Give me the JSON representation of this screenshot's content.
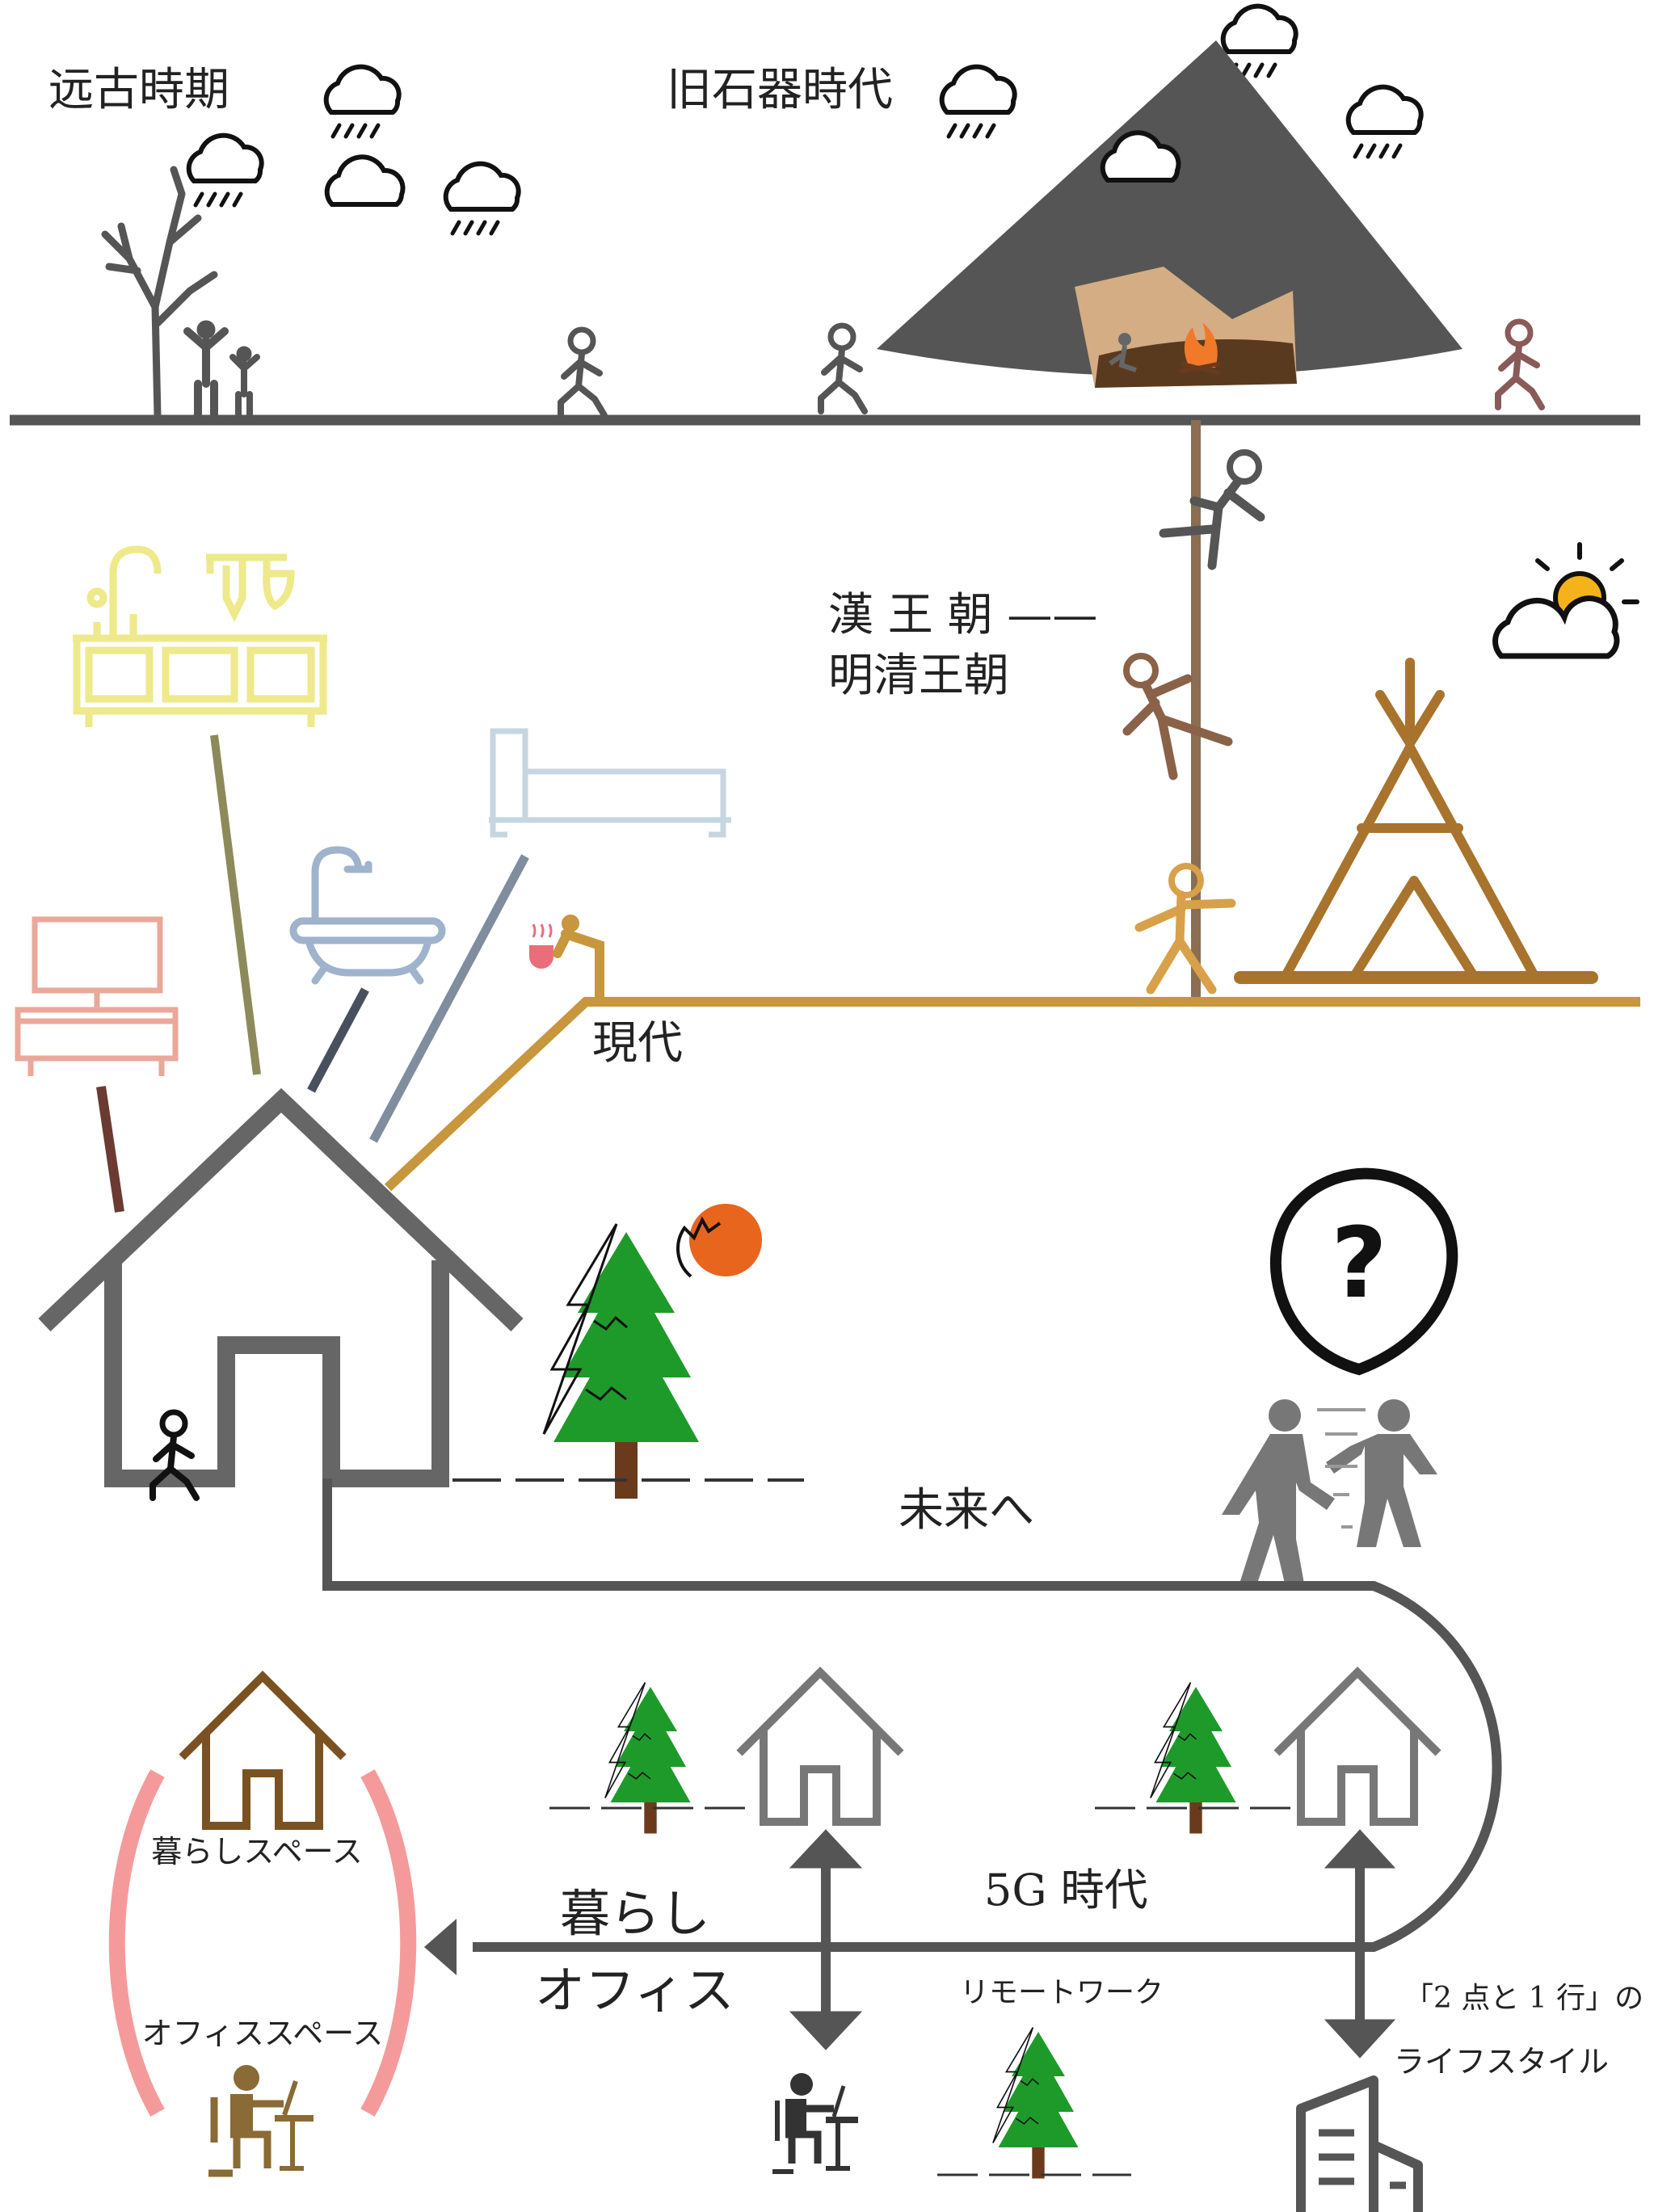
{
  "eras": {
    "ancient": "远古時期",
    "paleolithic": "旧石器時代",
    "han_line1": "漢 王 朝 ——",
    "han_line2": "明清王朝",
    "modern": "現代",
    "future": "未来へ",
    "fiveg": "5G 時代"
  },
  "bottom": {
    "life_space": "暮らしスペース",
    "office_space": "オフィススペース",
    "kurashi": "暮らし",
    "office": "オフィス",
    "remote_work": "リモートワーク",
    "lifestyle_line1": "「2 点と 1 行」の",
    "lifestyle_line2": "ライフスタイル"
  },
  "icons": [
    "rain-cloud-icon",
    "cloud-icon",
    "sun-cloud-icon",
    "dead-tree-icon",
    "mountain-cave-icon",
    "campfire-icon",
    "running-person-icon",
    "climbing-person-icon",
    "tent-icon",
    "kitchen-icon",
    "bed-icon",
    "bathtub-icon",
    "tv-icon",
    "coffee-person-icon",
    "house-icon",
    "pine-tree-icon",
    "sunset-icon",
    "question-bubble-icon",
    "two-people-icon",
    "desk-worker-icon",
    "office-building-icon",
    "arrow-icon"
  ],
  "colors": {
    "line_dark": "#555555",
    "line_brown": "#8a6e52",
    "line_gold": "#c8963c",
    "tree_green": "#1e9a2a",
    "tree_trunk": "#6b3a1c",
    "arc_pink": "#f59a9a",
    "kitchen_yellow": "#eee98a",
    "bed_blue": "#c6d6e0",
    "bath_blue": "#9fb3cc",
    "tv_pink": "#eaa89a",
    "sun_orange": "#e8651e",
    "house_brown": "#7a5222"
  }
}
